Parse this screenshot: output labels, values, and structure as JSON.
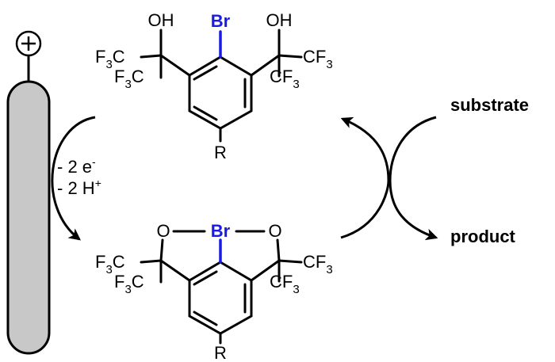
{
  "colors": {
    "bromine": "#1a1ae6",
    "electrode_fill": "#c8c8c8",
    "line": "#000000"
  },
  "electrode": {
    "terminal_symbol": "+"
  },
  "oxidation_label": {
    "electrons": "- 2 e",
    "electrons_sup": "-",
    "protons": "- 2 H",
    "protons_sup": "+"
  },
  "top_molecule": {
    "oh_left": "OH",
    "bromine": "Br",
    "oh_right": "OH",
    "cf3_a_base": "F",
    "cf3_a_sub": "3",
    "cf3_a_tail": "C",
    "cf3_b_base": "F",
    "cf3_b_sub": "3",
    "cf3_b_tail": "C",
    "cf3_c_head": "CF",
    "cf3_c_sub": "3",
    "cf3_d_head": "CF",
    "cf3_d_sub": "3",
    "r_group": "R"
  },
  "bottom_molecule": {
    "o_left": "O",
    "bromine": "Br",
    "o_right": "O",
    "cf3_a_base": "F",
    "cf3_a_sub": "3",
    "cf3_a_tail": "C",
    "cf3_b_base": "F",
    "cf3_b_sub": "3",
    "cf3_b_tail": "C",
    "cf3_c_head": "CF",
    "cf3_c_sub": "3",
    "cf3_d_head": "CF",
    "cf3_d_sub": "3",
    "r_group": "R"
  },
  "cycle": {
    "substrate": "substrate",
    "product": "product"
  }
}
